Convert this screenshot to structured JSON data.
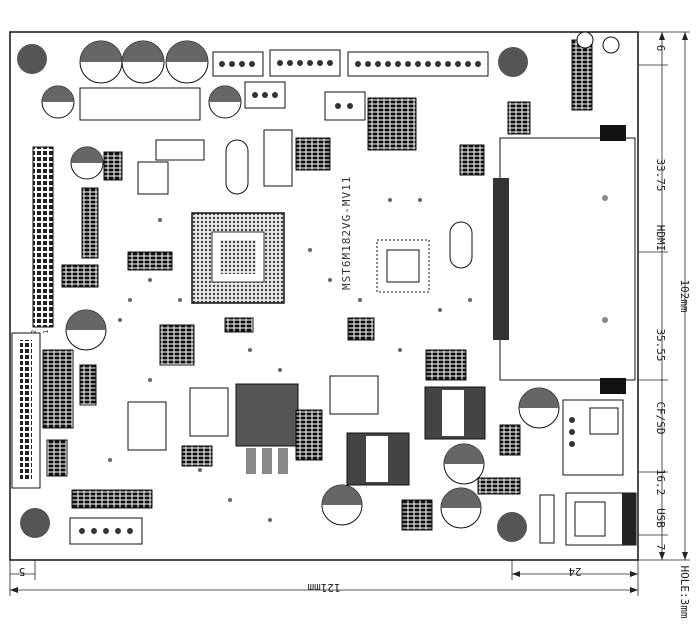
{
  "board": {
    "model_label": "MST6M182VG-MV11",
    "j1_pin_labels": [
      "2",
      "1"
    ]
  },
  "dimensions": {
    "total_width": "121mm",
    "total_height": "102mm",
    "bottom_offset": "24",
    "left_offset": "5",
    "right_segments": [
      {
        "value": "6",
        "label": ""
      },
      {
        "value": "33.75",
        "label": "HDMI"
      },
      {
        "value": "35.55",
        "label": ""
      },
      {
        "value": "16.2",
        "label": "CF/SD"
      },
      {
        "value": "",
        "label": "USB"
      },
      {
        "value": "7",
        "label": ""
      }
    ],
    "hole_note": "HOLE:3mm"
  }
}
